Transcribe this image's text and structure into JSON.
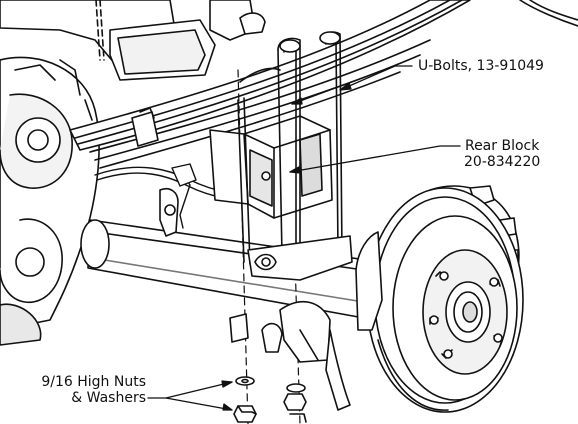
{
  "figure": {
    "callouts": {
      "ubolts": {
        "text": "U-Bolts, 13-91049"
      },
      "block": {
        "line1": "Rear Block",
        "line2": "20-834220"
      },
      "nuts": {
        "line1": "9/16 High Nuts",
        "line2": "& Washers"
      }
    },
    "colors": {
      "line": "#111111",
      "fill": "#ffffff",
      "shade": "#dcdcdc",
      "dark": "#8a8a8a"
    }
  }
}
